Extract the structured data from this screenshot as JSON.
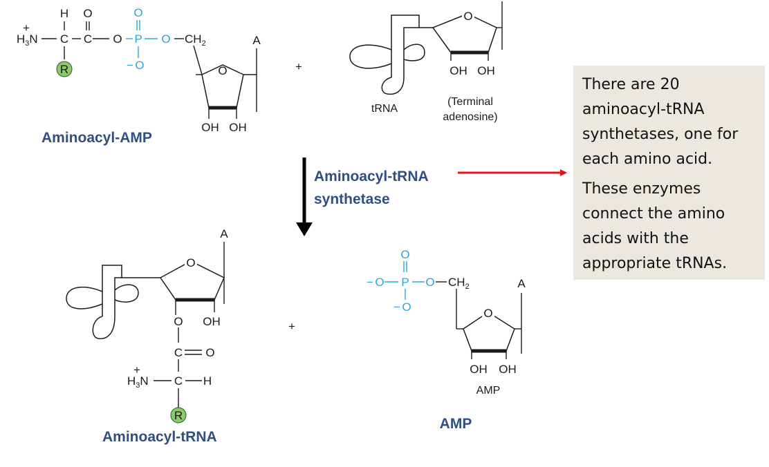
{
  "molecules": {
    "aminoacyl_amp": {
      "label": "Aminoacyl-AMP",
      "h": "H",
      "o_carbonyl": "O",
      "h3n": "H",
      "h3n_sub": "3",
      "h3n_n": "N",
      "plus_charge": "+",
      "c1": "C",
      "c2": "C",
      "o_link": "O",
      "p": "P",
      "o_top": "O",
      "o_bottom": "O",
      "minus": "−",
      "o_link2": "O",
      "ch2": "CH",
      "ch2_sub": "2",
      "ring_o": "O",
      "a": "A",
      "r": "R",
      "oh1": "OH",
      "oh2": "OH"
    },
    "trna": {
      "label": "tRNA",
      "ring_o": "O",
      "oh1": "OH",
      "oh2": "OH",
      "terminal_line1": "(Terminal",
      "terminal_line2": "adenosine)"
    },
    "aminoacyl_trna": {
      "label": "Aminoacyl-tRNA",
      "a": "A",
      "ring_o": "O",
      "o_link": "O",
      "oh": "OH",
      "c": "C",
      "o_carbonyl": "O",
      "h3n": "H",
      "h3n_sub": "3",
      "h3n_n": "N",
      "plus_charge": "+",
      "c2": "C",
      "h": "H",
      "r": "R"
    },
    "amp": {
      "label": "AMP",
      "structure_label": "AMP",
      "o_top": "O",
      "o_left": "O",
      "p": "P",
      "o_right": "O",
      "o_bottom": "O",
      "minus1": "−",
      "minus2": "−",
      "ch2": "CH",
      "ch2_sub": "2",
      "a": "A",
      "ring_o": "O",
      "oh1": "OH",
      "oh2": "OH"
    }
  },
  "operators": {
    "plus_top": "+",
    "plus_bottom": "+"
  },
  "enzyme": {
    "line1": "Aminoacyl-tRNA",
    "line2": "synthetase"
  },
  "note": {
    "paragraph1": "There are 20 aminoacyl-tRNA synthetases, one for each amino acid.",
    "paragraph2": "These enzymes connect the amino acids with the appropriate tRNAs."
  },
  "colors": {
    "caption_blue": "#2f4f7f",
    "phosphate_cyan": "#29a9d6",
    "r_group_green": "#8cc96a",
    "arrow_red": "#e0161b",
    "note_background": "#ebe8df"
  }
}
